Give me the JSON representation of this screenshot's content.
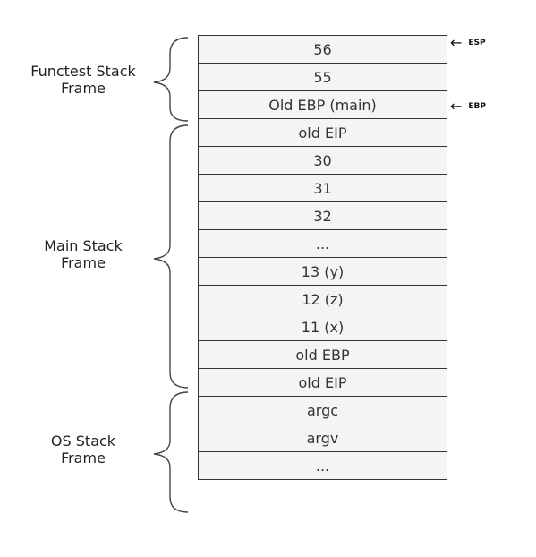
{
  "stack_cells": [
    "56",
    "55",
    "Old EBP (main)",
    "old EIP",
    "30",
    "31",
    "32",
    "...",
    "13 (y)",
    "12 (z)",
    "11 (x)",
    "old EBP",
    "old EIP",
    "argc",
    "argv",
    "..."
  ],
  "frames": {
    "functest": "Functest Stack\nFrame",
    "main": "Main Stack\nFrame",
    "os": "OS Stack\nFrame"
  },
  "pointers": {
    "esp": "ESP",
    "ebp": "EBP"
  }
}
